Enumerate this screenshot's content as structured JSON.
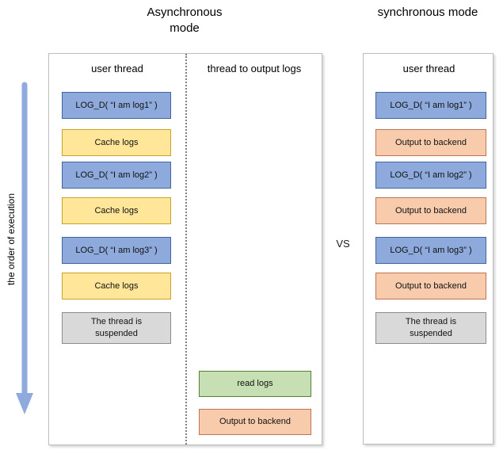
{
  "titles": {
    "left": "Asynchronous mode",
    "right": "synchronous mode"
  },
  "vs_label": "VS",
  "arrow_label": "the order of execution",
  "left_panel": {
    "columns": [
      "user thread",
      "thread to output logs"
    ],
    "user_thread_boxes": [
      {
        "label": "LOG_D( “I am log1” )",
        "type": "log-call"
      },
      {
        "label": "Cache logs",
        "type": "cache"
      },
      {
        "label": "LOG_D( “I am log2” )",
        "type": "log-call"
      },
      {
        "label": "Cache logs",
        "type": "cache"
      },
      {
        "label": "LOG_D( “I am log3” )",
        "type": "log-call"
      },
      {
        "label": "Cache logs",
        "type": "cache"
      },
      {
        "label": "The thread is\nsuspended",
        "type": "suspended"
      }
    ],
    "output_thread_boxes": [
      {
        "label": "read logs",
        "type": "read"
      },
      {
        "label": "Output to backend",
        "type": "output"
      }
    ]
  },
  "right_panel": {
    "header": "user thread",
    "boxes": [
      {
        "label": "LOG_D( “I am log1” )",
        "type": "log-call"
      },
      {
        "label": "Output to backend",
        "type": "output"
      },
      {
        "label": "LOG_D( “I am log2” )",
        "type": "log-call"
      },
      {
        "label": "Output to backend",
        "type": "output"
      },
      {
        "label": "LOG_D( “I am log3” )",
        "type": "log-call"
      },
      {
        "label": "Output to backend",
        "type": "output"
      },
      {
        "label": "The thread is\nsuspended",
        "type": "suspended"
      }
    ]
  },
  "colors": {
    "log_call_fill": "#8EAADC",
    "log_call_border": "#41659C",
    "cache_fill": "#FFE699",
    "cache_border": "#C9A227",
    "output_fill": "#F8CBAD",
    "output_border": "#BD7455",
    "read_fill": "#C6E0B4",
    "read_border": "#548235",
    "suspended_fill": "#D9D9D9",
    "suspended_border": "#8C8C8C",
    "arrow": "#8FAADC",
    "panel_border": "#BDBDBD"
  }
}
